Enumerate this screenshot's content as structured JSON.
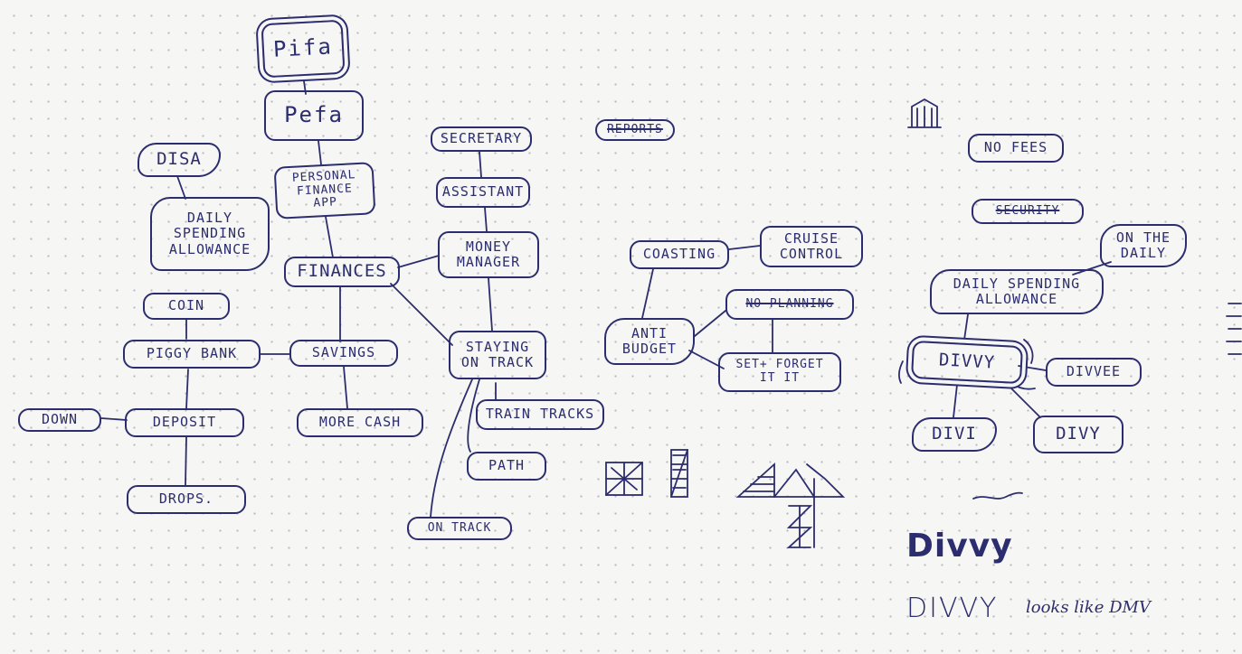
{
  "nodes": {
    "pifa": "Pifa",
    "pefa": "Pefa",
    "personal_finance_app": "PERSONAL\nFINANCE APP",
    "finances": "FINANCES",
    "disa": "DISA",
    "daily_spending_allowance_left": "DAILY\nSPENDING\nALLOWANCE",
    "coin": "COIN",
    "piggy_bank": "PIGGY BANK",
    "savings": "SAVINGS",
    "more_cash": "MORE CASH",
    "deposit": "DEPOSIT",
    "down": "DOWN",
    "drops": "DROPS.",
    "secretary": "SECRETARY",
    "assistant": "ASSISTANT",
    "money_manager": "MONEY\nMANAGER",
    "staying_on_track": "STAYING\nON TRACK",
    "train_tracks": "TRAIN TRACKS",
    "path": "PATH",
    "on_track": "ON TRACK",
    "reports": "REPORTS",
    "coasting": "COASTING",
    "cruise_control": "CRUISE\nCONTROL",
    "anti_budget": "ANTI\nBUDGET",
    "no_planning": "NO PLANNING",
    "set_forget_it": "SET+ FORGET\nIT      IT",
    "no_fees": "NO FEES",
    "security": "SECURITY",
    "on_the_daily": "ON THE\nDAILY",
    "daily_spending_allowance_right": "DAILY SPENDING\nALLOWANCE",
    "divvy": "DIVVY",
    "divvee": "DIVVEE",
    "divi": "DIVI",
    "divy": "DIVY"
  },
  "logo_sketch_bold": "Divvy",
  "logo_sketch_thin": "DIVVY",
  "note": "looks like DMV",
  "ink_color": "#2c2d6e",
  "paper_color": "#f6f6f4"
}
